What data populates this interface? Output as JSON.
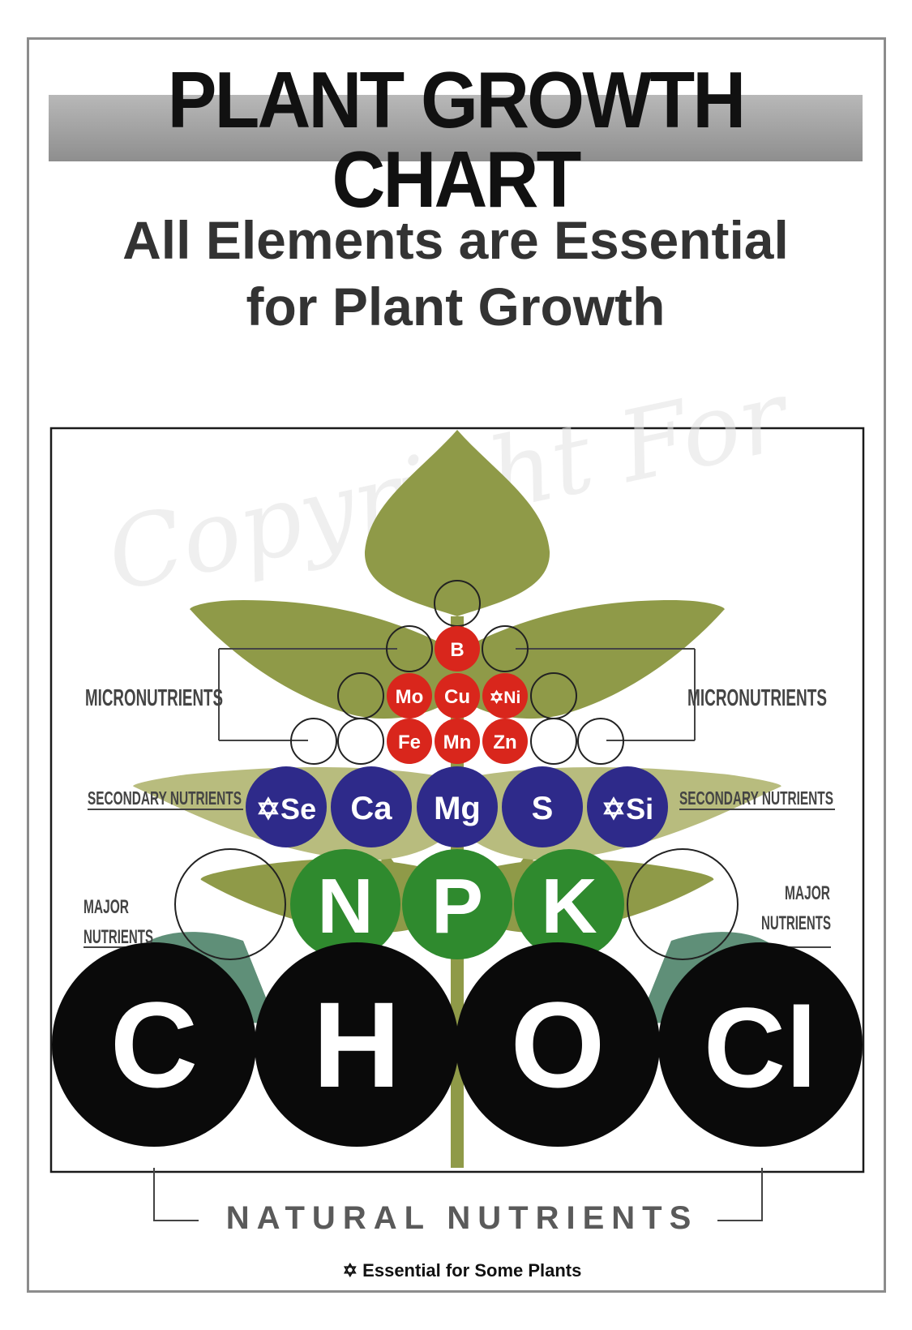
{
  "header": {
    "title": "PLANT GROWTH CHART",
    "subtitle_line1": "All Elements are Essential",
    "subtitle_line2": "for Plant Growth"
  },
  "watermark_text": "Copyright For",
  "labels": {
    "micronutrients": "MICRONUTRIENTS",
    "secondary": "SECONDARY NUTRIENTS",
    "major_line1": "MAJOR",
    "major_line2": "NUTRIENTS",
    "natural": "NATURAL NUTRIENTS",
    "footnote": "✡ Essential for Some Plants"
  },
  "elements": {
    "micronutrients": [
      {
        "symbol": "B"
      },
      {
        "symbol": "Mo"
      },
      {
        "symbol": "Cu"
      },
      {
        "symbol": "✡Ni"
      },
      {
        "symbol": "Fe"
      },
      {
        "symbol": "Mn"
      },
      {
        "symbol": "Zn"
      }
    ],
    "secondary": [
      {
        "symbol": "✡Se"
      },
      {
        "symbol": "Ca"
      },
      {
        "symbol": "Mg"
      },
      {
        "symbol": "S"
      },
      {
        "symbol": "✡Si"
      }
    ],
    "major": [
      {
        "symbol": "N"
      },
      {
        "symbol": "P"
      },
      {
        "symbol": "K"
      }
    ],
    "natural": [
      {
        "symbol": "C"
      },
      {
        "symbol": "H"
      },
      {
        "symbol": "O"
      },
      {
        "symbol": "Cl"
      }
    ]
  },
  "colors": {
    "micronutrient": "#d9261c",
    "secondary": "#2e2a8a",
    "major": "#2f8a2e",
    "natural": "#0a0a0a",
    "leaf": "#8f9a48",
    "leaf_light": "#b8bc7e",
    "leaf_teal": "#5f8f78",
    "title_band": "#9f9f9f"
  }
}
